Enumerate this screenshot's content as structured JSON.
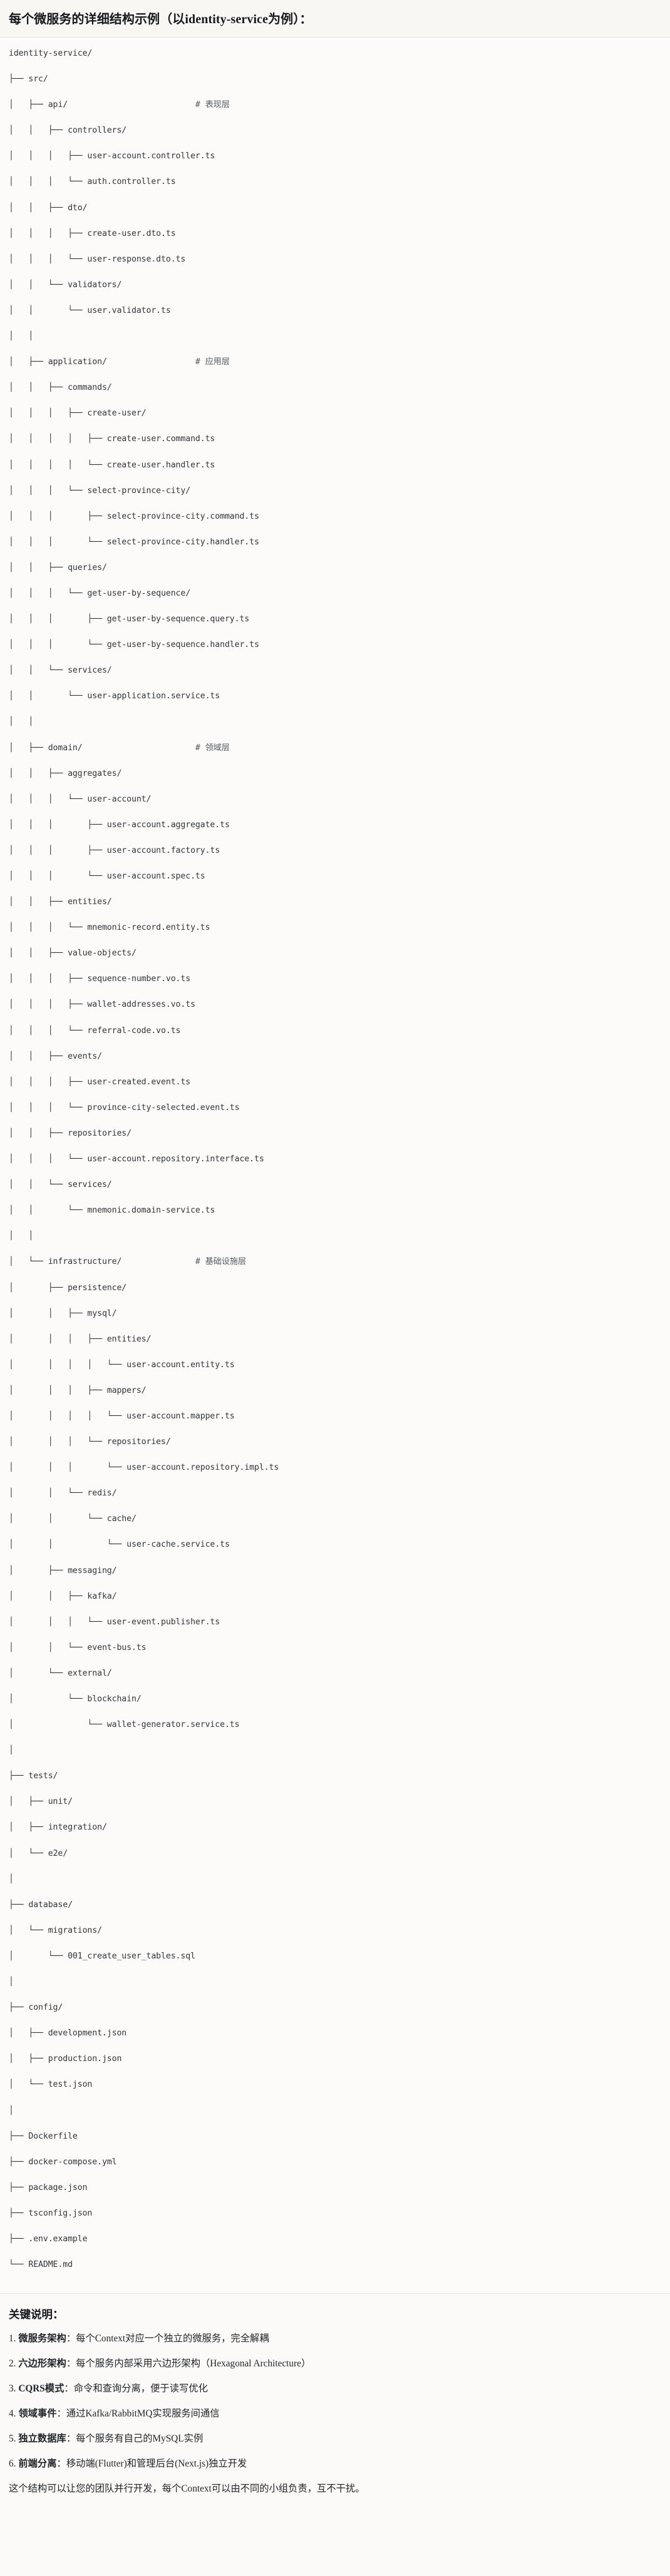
{
  "header": {
    "title": "每个微服务的详细结构示例（以identity-service为例）："
  },
  "tree": {
    "root_label": "identity-service/",
    "comments": {
      "presentation": "# 表现层",
      "application": "# 应用层",
      "domain": "# 领域层",
      "infrastructure": "# 基础设施层"
    },
    "lines": [
      "identity-service/",
      "├── src/",
      "│   ├── api/                          # 表现层",
      "│   │   ├── controllers/",
      "│   │   │   ├── user-account.controller.ts",
      "│   │   │   └── auth.controller.ts",
      "│   │   ├── dto/",
      "│   │   │   ├── create-user.dto.ts",
      "│   │   │   └── user-response.dto.ts",
      "│   │   └── validators/",
      "│   │       └── user.validator.ts",
      "│   │",
      "│   ├── application/                  # 应用层",
      "│   │   ├── commands/",
      "│   │   │   ├── create-user/",
      "│   │   │   │   ├── create-user.command.ts",
      "│   │   │   │   └── create-user.handler.ts",
      "│   │   │   └── select-province-city/",
      "│   │   │       ├── select-province-city.command.ts",
      "│   │   │       └── select-province-city.handler.ts",
      "│   │   ├── queries/",
      "│   │   │   └── get-user-by-sequence/",
      "│   │   │       ├── get-user-by-sequence.query.ts",
      "│   │   │       └── get-user-by-sequence.handler.ts",
      "│   │   └── services/",
      "│   │       └── user-application.service.ts",
      "│   │",
      "│   ├── domain/                       # 领域层",
      "│   │   ├── aggregates/",
      "│   │   │   └── user-account/",
      "│   │   │       ├── user-account.aggregate.ts",
      "│   │   │       ├── user-account.factory.ts",
      "│   │   │       └── user-account.spec.ts",
      "│   │   ├── entities/",
      "│   │   │   └── mnemonic-record.entity.ts",
      "│   │   ├── value-objects/",
      "│   │   │   ├── sequence-number.vo.ts",
      "│   │   │   ├── wallet-addresses.vo.ts",
      "│   │   │   └── referral-code.vo.ts",
      "│   │   ├── events/",
      "│   │   │   ├── user-created.event.ts",
      "│   │   │   └── province-city-selected.event.ts",
      "│   │   ├── repositories/",
      "│   │   │   └── user-account.repository.interface.ts",
      "│   │   └── services/",
      "│   │       └── mnemonic.domain-service.ts",
      "│   │",
      "│   └── infrastructure/               # 基础设施层",
      "│       ├── persistence/",
      "│       │   ├── mysql/",
      "│       │   │   ├── entities/",
      "│       │   │   │   └── user-account.entity.ts",
      "│       │   │   ├── mappers/",
      "│       │   │   │   └── user-account.mapper.ts",
      "│       │   │   └── repositories/",
      "│       │   │       └── user-account.repository.impl.ts",
      "│       │   └── redis/",
      "│       │       └── cache/",
      "│       │           └── user-cache.service.ts",
      "│       ├── messaging/",
      "│       │   ├── kafka/",
      "│       │   │   └── user-event.publisher.ts",
      "│       │   └── event-bus.ts",
      "│       └── external/",
      "│           └── blockchain/",
      "│               └── wallet-generator.service.ts",
      "│",
      "├── tests/",
      "│   ├── unit/",
      "│   ├── integration/",
      "│   └── e2e/",
      "│",
      "├── database/",
      "│   └── migrations/",
      "│       └── 001_create_user_tables.sql",
      "│",
      "├── config/",
      "│   ├── development.json",
      "│   ├── production.json",
      "│   └── test.json",
      "│",
      "├── Dockerfile",
      "├── docker-compose.yml",
      "├── package.json",
      "├── tsconfig.json",
      "├── .env.example",
      "└── README.md"
    ]
  },
  "keypoints": {
    "title": "关键说明：",
    "items": [
      {
        "num": "1.",
        "term": "微服务架构",
        "sep": "：",
        "desc": "每个Context对应一个独立的微服务，完全解耦"
      },
      {
        "num": "2.",
        "term": "六边形架构",
        "sep": "：",
        "desc": "每个服务内部采用六边形架构（Hexagonal Architecture）"
      },
      {
        "num": "3.",
        "term": "CQRS模式",
        "sep": "：",
        "desc": "命令和查询分离，便于读写优化"
      },
      {
        "num": "4.",
        "term": "领域事件",
        "sep": "：",
        "desc": "通过Kafka/RabbitMQ实现服务间通信"
      },
      {
        "num": "5.",
        "term": "独立数据库",
        "sep": "：",
        "desc": "每个服务有自己的MySQL实例"
      },
      {
        "num": "6.",
        "term": "前端分离",
        "sep": "：",
        "desc": "移动端(Flutter)和管理后台(Next.js)独立开发"
      }
    ],
    "closing": "这个结构可以让您的团队并行开发，每个Context可以由不同的小组负责，互不干扰。"
  }
}
